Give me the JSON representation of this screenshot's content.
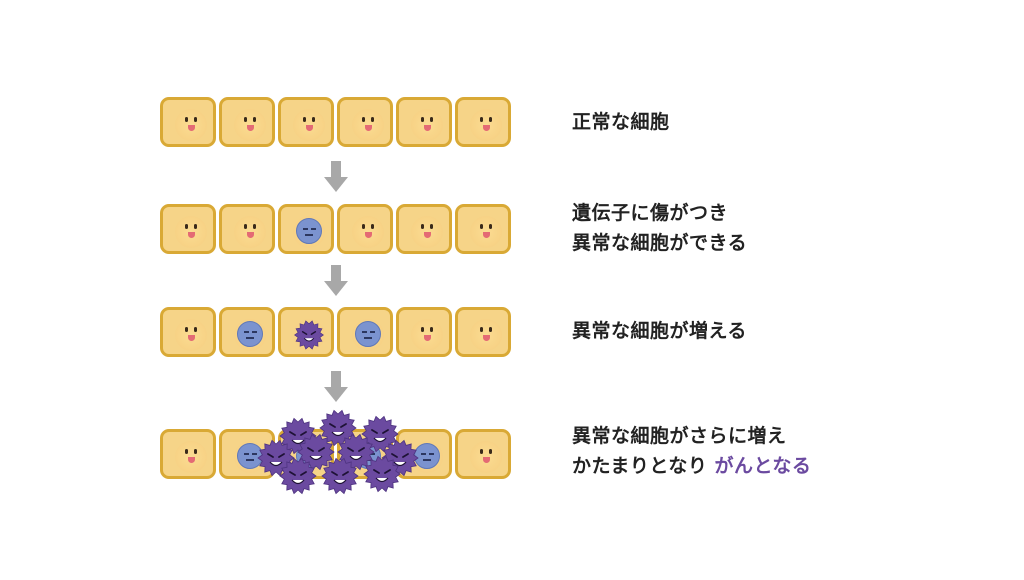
{
  "labels": {
    "row1": "正常な細胞",
    "row2_line1": "遺伝子に傷がつき",
    "row2_line2": "異常な細胞ができる",
    "row3": "異常な細胞が増える",
    "row4_line1": "異常な細胞がさらに増え",
    "row4_line2_prefix": "かたまりとなり ",
    "row4_line2_accent": "がんとなる"
  },
  "colors": {
    "cell_fill": "#f6d488",
    "cell_border": "#d9a935",
    "abnormal_cell": "#7b93cf",
    "cancer_cell": "#6b4aa0",
    "arrow": "#a8a8a8",
    "accent_text": "#6b4aa0"
  },
  "rows": [
    {
      "cells": [
        "happy",
        "happy",
        "happy",
        "happy",
        "happy",
        "happy"
      ]
    },
    {
      "cells": [
        "happy",
        "happy",
        "abnormal",
        "happy",
        "happy",
        "happy"
      ]
    },
    {
      "cells": [
        "happy",
        "abnormal",
        "cancer",
        "abnormal",
        "happy",
        "happy"
      ]
    },
    {
      "cells": [
        "happy",
        "abnormal",
        "abnormal",
        "abnormal",
        "abnormal",
        "happy"
      ],
      "cancer_mass": true
    }
  ]
}
